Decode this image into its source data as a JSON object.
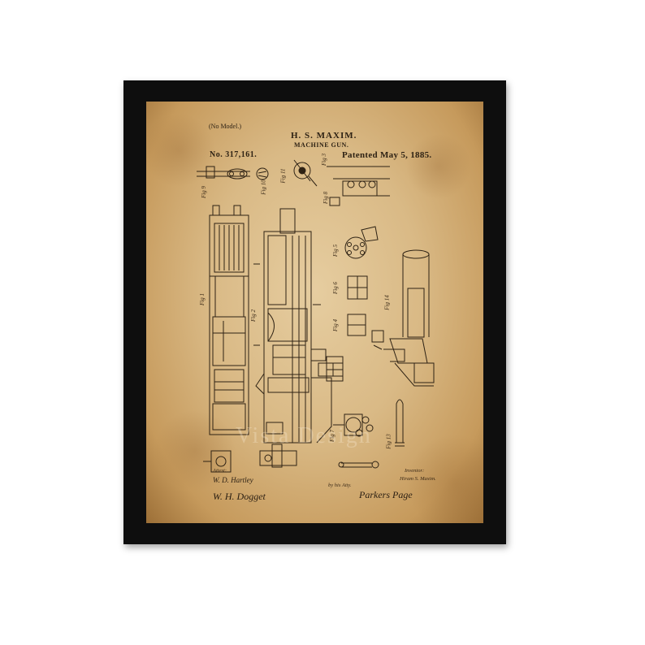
{
  "patent": {
    "model_note": "(No Model.)",
    "inventor_header": "H. S. MAXIM.",
    "title": "MACHINE GUN.",
    "number": "No. 317,161.",
    "date": "Patented May 5, 1885."
  },
  "figure_labels": [
    "Fig 9",
    "Fig 10",
    "Fig 11",
    "Fig 3",
    "Fig 8",
    "Fig 1",
    "Fig 2",
    "Fig 5",
    "Fig 6",
    "Fig 4",
    "Fig 14",
    "Fig 7",
    "Fig 13"
  ],
  "signatures": {
    "witness_label": "Attest:",
    "witness_1": "W. D. Hartley",
    "witness_2": "W. H. Dogget",
    "inventor_label": "Inventor:",
    "inventor_name": "Hiram S. Maxim.",
    "attorney_prefix": "by his Atty.",
    "attorney": "Parkers Page"
  },
  "watermark": "Vista Design",
  "colors": {
    "frame": "#0e0e0e",
    "paper": "#d9b985",
    "ink": "#2e2214"
  }
}
